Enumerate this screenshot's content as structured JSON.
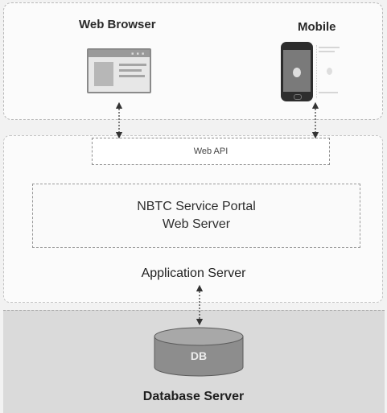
{
  "clients": {
    "browser_title": "Web Browser",
    "mobile_title": "Mobile"
  },
  "app_tier": {
    "web_api_label": "Web API",
    "portal_line1": "NBTC Service Portal",
    "portal_line2": "Web Server",
    "panel_label": "Application Server"
  },
  "db_tier": {
    "db_label": "DB",
    "panel_label": "Database Server"
  },
  "colors": {
    "db_cylinder": "#8d8d8d",
    "db_panel": "#dadada"
  },
  "icons": {
    "browser": "browser-window-icon",
    "mobile": "smartphone-icon",
    "database": "database-cylinder-icon"
  }
}
